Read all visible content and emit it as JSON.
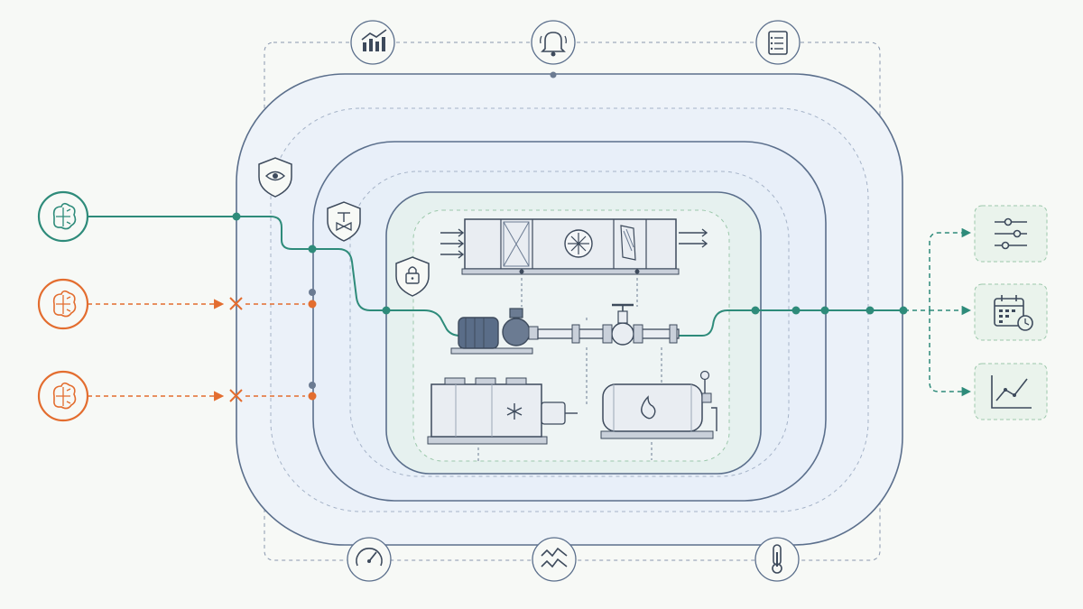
{
  "diagram": {
    "colors": {
      "background": "#f7f9f6",
      "ring_stroke": "#5b6f8c",
      "dashed_line": "#8896ad",
      "accepted": "#2e8b7a",
      "rejected": "#e36d2f",
      "icon_stroke": "#3d4a5c",
      "equipment_fill": "#e9edf2",
      "output_fill": "#eaf3ec",
      "output_stroke": "#9cc8ab"
    },
    "top_icons": [
      "analytics-chart-icon",
      "alarm-bell-icon",
      "checklist-icon"
    ],
    "bottom_icons": [
      "gauge-icon",
      "trend-icon",
      "thermometer-icon"
    ],
    "shields": [
      "monitoring-eye-shield-icon",
      "valve-control-shield-icon",
      "lock-shield-icon"
    ],
    "agents": [
      {
        "name": "ai-agent-brain-icon",
        "status": "accepted"
      },
      {
        "name": "ai-agent-brain-icon",
        "status": "blocked"
      },
      {
        "name": "ai-agent-brain-icon",
        "status": "blocked"
      }
    ],
    "outputs": [
      "control-sliders-icon",
      "schedule-calendar-icon",
      "performance-chart-icon"
    ],
    "equipment": [
      "air-handling-unit",
      "pump",
      "control-valve",
      "chiller",
      "boiler"
    ]
  }
}
